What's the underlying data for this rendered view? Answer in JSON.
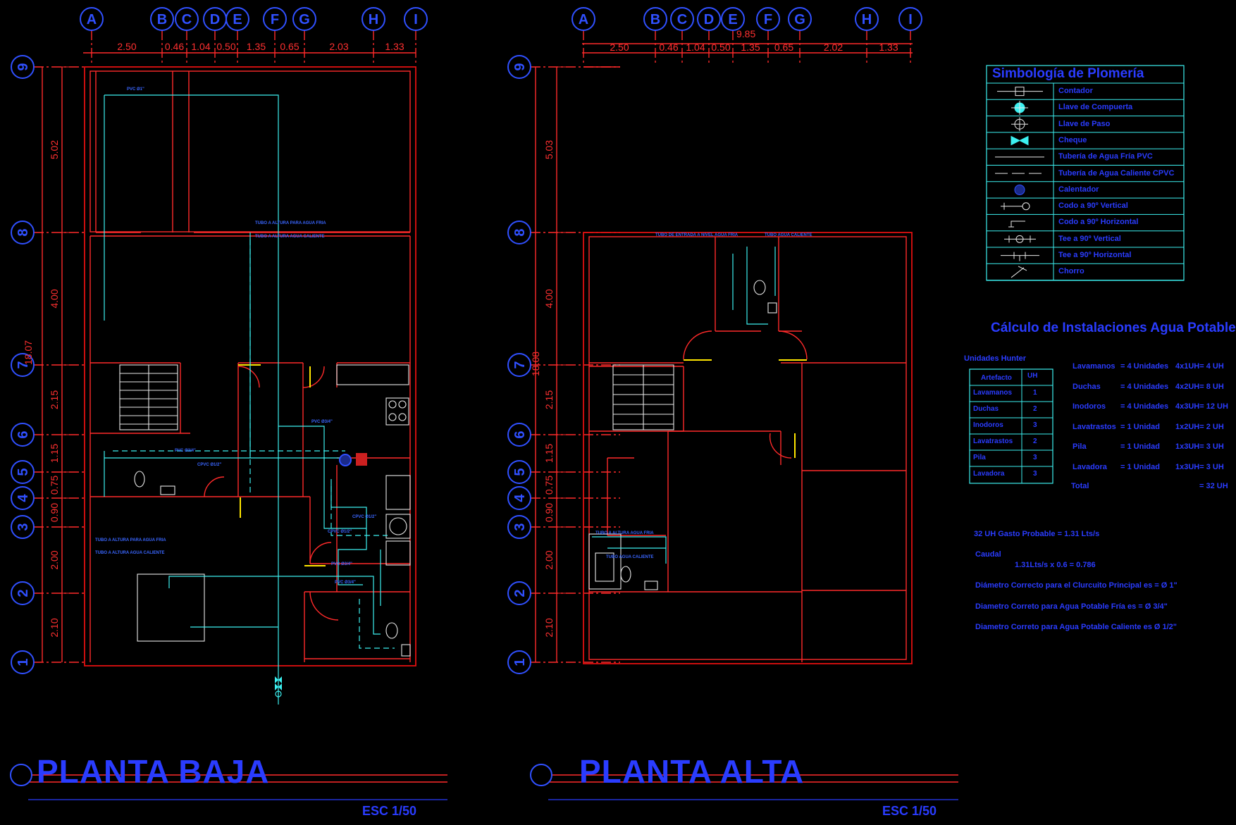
{
  "plans": {
    "lower": {
      "title": "PLANTA BAJA",
      "scale": "ESC 1/50",
      "grid_cols": [
        "A",
        "B",
        "C",
        "D",
        "E",
        "F",
        "G",
        "H",
        "I"
      ],
      "grid_rows": [
        "9",
        "8",
        "7",
        "6",
        "5",
        "4",
        "3",
        "2",
        "1"
      ],
      "dims_top": [
        "2.50",
        "0.46",
        "1.04",
        "0.50",
        "1.35",
        "0.65",
        "2.03",
        "1.33"
      ],
      "dims_left": [
        "5.02",
        "4.00",
        "2.15",
        "1.15",
        "0.75",
        "0.90",
        "2.00",
        "2.10"
      ],
      "total_height": "18.07"
    },
    "upper": {
      "title": "PLANTA ALTA",
      "scale": "ESC 1/50",
      "grid_cols": [
        "A",
        "B",
        "C",
        "D",
        "E",
        "F",
        "G",
        "H",
        "I"
      ],
      "grid_rows": [
        "9",
        "8",
        "7",
        "6",
        "5",
        "4",
        "3",
        "2",
        "1"
      ],
      "total_width": "9.85",
      "dims_top": [
        "2.50",
        "0.46",
        "1.04",
        "0.50",
        "1.35",
        "0.65",
        "2.02",
        "1.33"
      ],
      "dims_left": [
        "5.03",
        "4.00",
        "2.15",
        "1.15",
        "0.75",
        "0.90",
        "2.00",
        "2.10"
      ],
      "total_height": "18.08"
    }
  },
  "legend": {
    "title": "Simbología de Plomería",
    "items": [
      {
        "icon": "meter-icon",
        "label": "Contador"
      },
      {
        "icon": "gate-valve-icon",
        "label": "Llave de Compuerta"
      },
      {
        "icon": "stop-valve-icon",
        "label": "Llave de Paso"
      },
      {
        "icon": "check-valve-icon",
        "label": "Cheque"
      },
      {
        "icon": "cold-pipe-icon",
        "label": "Tubería de Agua Fría PVC"
      },
      {
        "icon": "hot-pipe-icon",
        "label": "Tubería de Agua Caliente CPVC"
      },
      {
        "icon": "heater-icon",
        "label": "Calentador"
      },
      {
        "icon": "elbow-vertical-icon",
        "label": "Codo a 90º Vertical"
      },
      {
        "icon": "elbow-horizontal-icon",
        "label": "Codo a 90º Horizontal"
      },
      {
        "icon": "tee-vertical-icon",
        "label": "Tee a 90º Vertical"
      },
      {
        "icon": "tee-horizontal-icon",
        "label": "Tee a 90º Horizontal"
      },
      {
        "icon": "spout-icon",
        "label": "Chorro"
      }
    ]
  },
  "calc": {
    "title": "Cálculo de Instalaciones Agua Potable",
    "hunter_title": "Unidades Hunter",
    "table_headers": [
      "Artefacto",
      "UH"
    ],
    "table_rows": [
      [
        "Lavamanos",
        "1"
      ],
      [
        "Duchas",
        "2"
      ],
      [
        "Inodoros",
        "3"
      ],
      [
        "Lavatrastos",
        "2"
      ],
      [
        "Pila",
        "3"
      ],
      [
        "Lavadora",
        "3"
      ]
    ],
    "lines": [
      [
        "Lavamanos",
        "= 4 Unidades",
        "4x1UH= 4 UH"
      ],
      [
        "Duchas",
        "= 4 Unidades",
        "4x2UH= 8 UH"
      ],
      [
        "Inodoros",
        "= 4 Unidades",
        "4x3UH= 12 UH"
      ],
      [
        "Lavatrastos",
        "= 1 Unidad",
        "1x2UH= 2 UH"
      ],
      [
        "Pila",
        "= 1 Unidad",
        "1x3UH= 3 UH"
      ],
      [
        "Lavadora",
        "= 1 Unidad",
        "1x3UH= 3 UH"
      ]
    ],
    "total_label": "Total",
    "total_value": "= 32 UH",
    "gasto": "32 UH Gasto Probable = 1.31 Lts/s",
    "caudal_label": "Caudal",
    "caudal_value": "1.31Lts/s x 0.6 = 0.786",
    "diam1": "Diámetro Correcto para el Clurcuito Principal es = Ø 1\"",
    "diam2": "Diametro Correto para Agua Potable Fría es = Ø 3/4\"",
    "diam3": "Diametro Correto para Agua Potable Caliente es Ø 1/2\""
  },
  "pipe_labels": [
    "PVC Ø1\"",
    "PVC Ø3/4\"",
    "CPVC Ø1/2\""
  ]
}
